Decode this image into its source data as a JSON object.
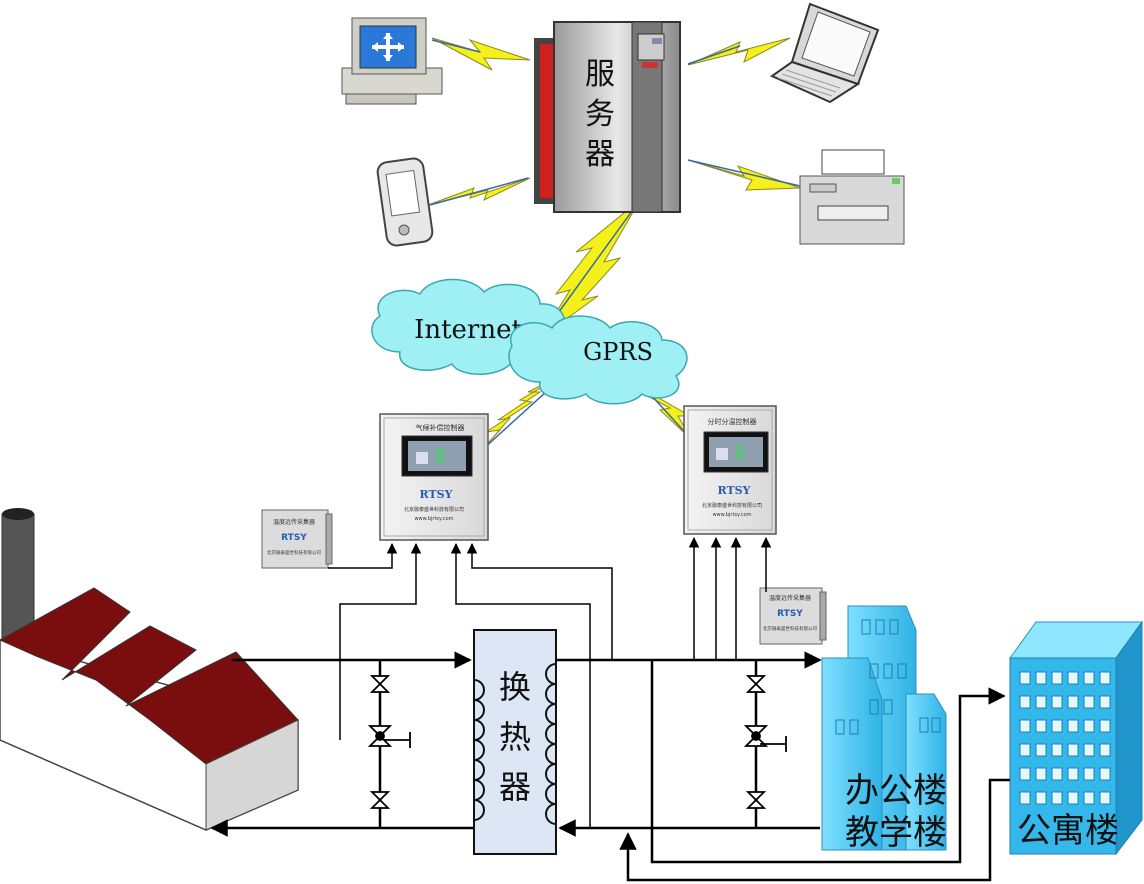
{
  "server": {
    "label_chars": [
      "服",
      "务",
      "器"
    ]
  },
  "clouds": {
    "internet": "Internet",
    "gprs": "GPRS"
  },
  "controllers": [
    {
      "title": "气候补偿控制器",
      "brand": "RTSY",
      "company": "北京融泰盛世科技有限公司",
      "website": "www.bjrtsy.com"
    },
    {
      "title": "分时分温控制器",
      "brand": "RTSY",
      "company": "北京融泰盛世科技有限公司",
      "website": "www.bjrtsy.com"
    }
  ],
  "sensor_boxes": [
    {
      "title": "温度远传采集器",
      "brand": "RTSY",
      "company": "北京融泰盛世科技有限公司"
    },
    {
      "title": "温度远传采集器",
      "brand": "RTSY",
      "company": "北京融泰盛世科技有限公司"
    }
  ],
  "heat_exchanger": {
    "label_chars": [
      "换",
      "热",
      "器"
    ]
  },
  "buildings": {
    "office_line1": "办公楼",
    "office_line2": "教学楼",
    "apartment": "公寓楼"
  },
  "icons": [
    "router-computer-icon",
    "laptop-icon",
    "pda-icon",
    "printer-icon",
    "server-icon",
    "factory-icon",
    "valve-icon"
  ],
  "colors": {
    "cloud": "#9ef0f5",
    "cloud_stroke": "#3aa7b3",
    "lightning": "#f4f019",
    "factory_roof": "#7a0e0e",
    "building": "#4fc8f0",
    "server_red": "#d22020"
  }
}
